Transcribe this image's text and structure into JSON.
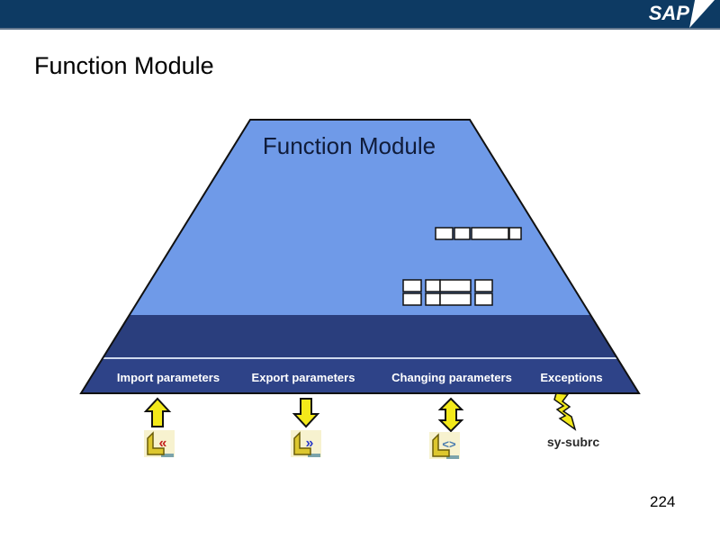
{
  "header": {
    "logo_text": "SAP"
  },
  "slide": {
    "title": "Function Module",
    "page_number": "224"
  },
  "diagram": {
    "trapezoid_title": "Function Module",
    "parameter_labels": [
      "Import parameters",
      "Export parameters",
      "Changing parameters",
      "Exceptions"
    ],
    "sy_subrc_label": "sy-subrc",
    "icon_glyphs": {
      "import": "«",
      "export": "»",
      "changing": "<>"
    },
    "colors": {
      "header_navy": "#0d3a63",
      "trapezoid_light_blue": "#6f9ae8",
      "band_dark_blue": "#2a3e7d",
      "label_band_blue": "#2e4388",
      "separator_line": "#d0daee",
      "arrow_yellow": "#f3e91a",
      "icon_background": "#f7f2cf",
      "icon_gold": "#ddc72e",
      "import_glyph_red": "#c42320",
      "export_glyph_blue": "#2a3bc8",
      "changing_glyph_steel": "#4a7cb0"
    }
  }
}
